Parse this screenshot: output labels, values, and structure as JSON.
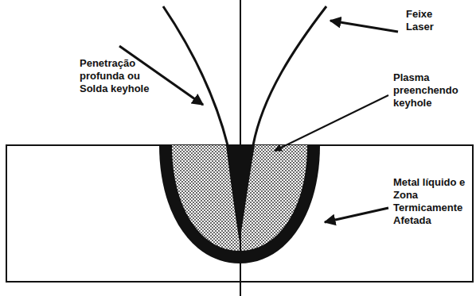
{
  "diagram": {
    "labels": [
      "Penetração profunda ou Solda keyhole",
      "Feixe Laser",
      "Plasma preenchendo keyhole",
      "Metal líquido e Zona Termicamente Afetada"
    ]
  }
}
